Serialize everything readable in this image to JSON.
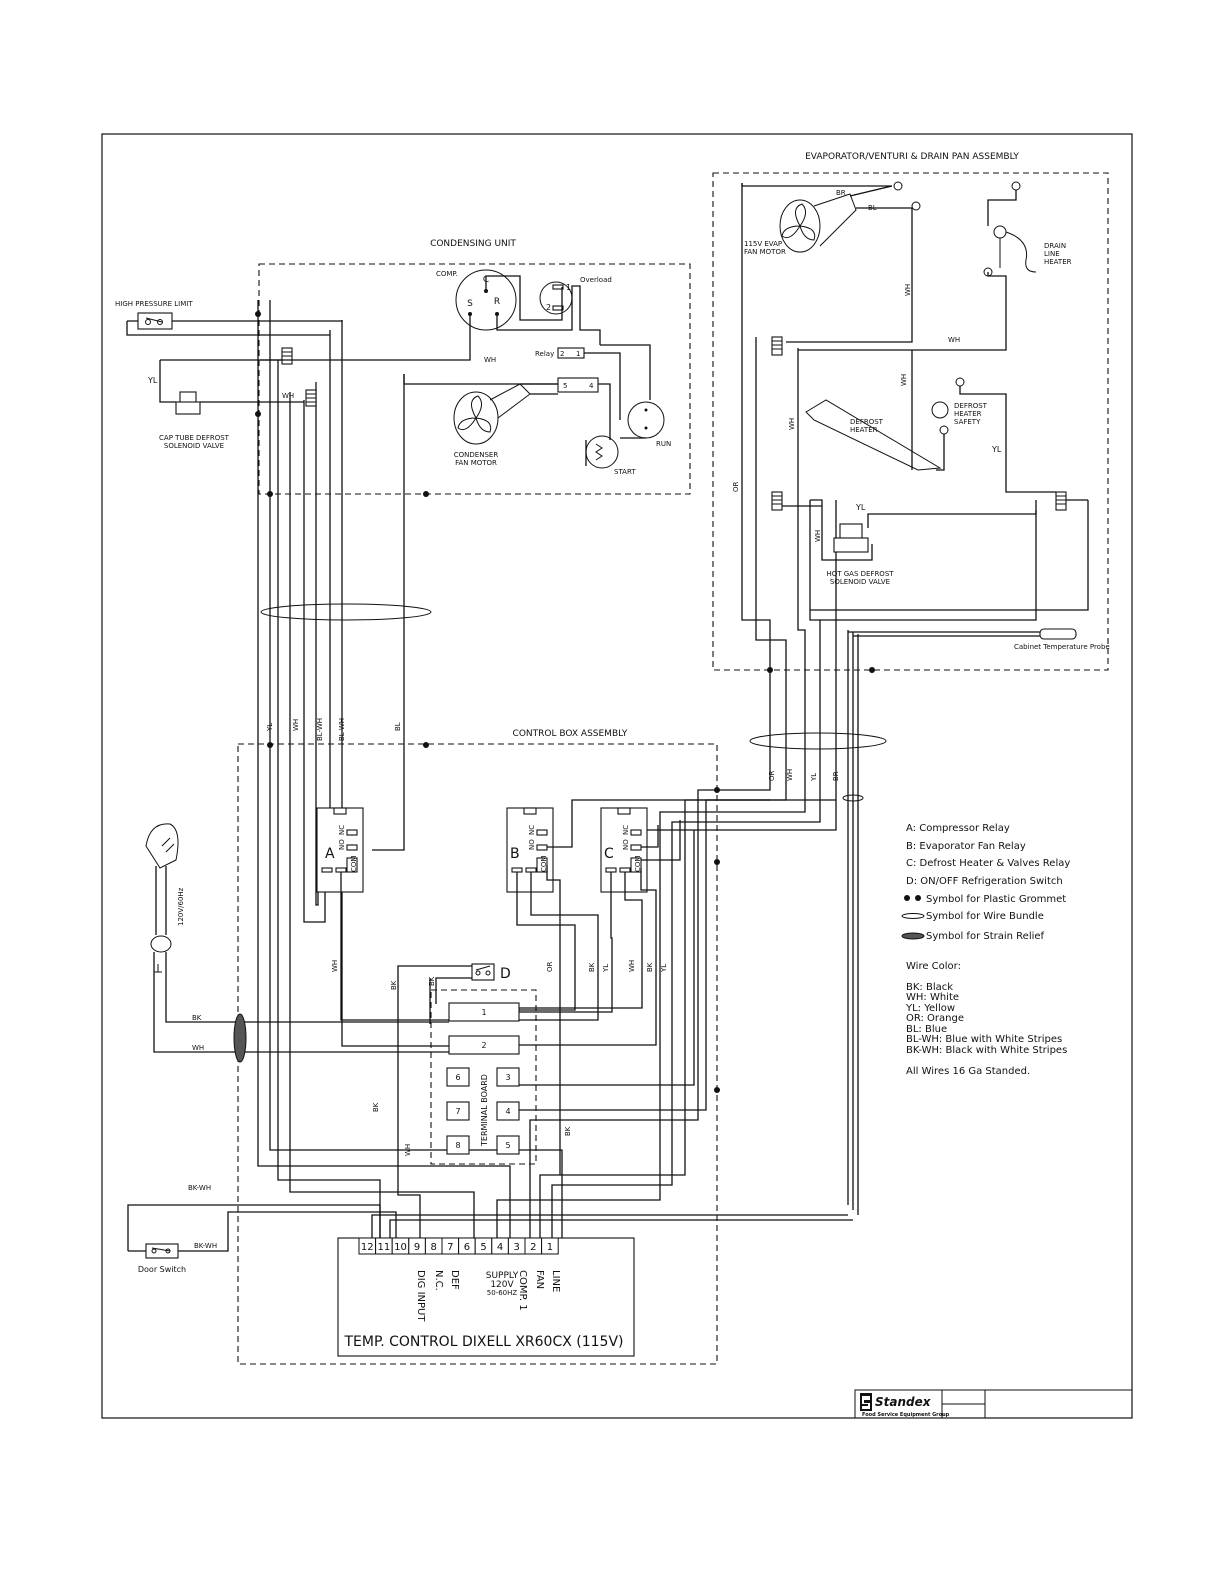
{
  "assemblies": {
    "evaporator": "EVAPORATOR/VENTURI & DRAIN PAN ASSEMBLY",
    "condensing": "CONDENSING UNIT",
    "control_box": "CONTROL BOX ASSEMBLY"
  },
  "components": {
    "high_pressure_limit": "HIGH PRESSURE LIMIT",
    "cap_tube_valve": [
      "CAP TUBE DEFROST",
      "SOLENOID VALVE"
    ],
    "comp": "COMP.",
    "overload": "Overload",
    "relay": "Relay",
    "condenser_fan": [
      "CONDENSER",
      "FAN MOTOR"
    ],
    "run": "RUN",
    "start": "START",
    "evap_fan": [
      "115V EVAP",
      "FAN MOTOR"
    ],
    "drain_line_heater": [
      "DRAIN",
      "LINE",
      "HEATER"
    ],
    "defrost_heater": [
      "DEFROST",
      "HEATER"
    ],
    "defrost_heater_safety": [
      "DEFROST",
      "HEATER",
      "SAFETY"
    ],
    "hot_gas_valve": [
      "HOT GAS DEFROST",
      "SOLENOID VALVE"
    ],
    "cabinet_probe": "Cabinet Temperature Probe",
    "power_cord": "120V/60Hz",
    "door_switch": "Door Switch",
    "terminal_board": "TERMINAL BOARD",
    "switch_d": "D",
    "relays": [
      "A",
      "B",
      "C"
    ],
    "relay_pins": [
      "NC",
      "NO",
      "COM"
    ],
    "comp_pins": [
      "C",
      "S",
      "R"
    ],
    "overload_pins": [
      "1",
      "2"
    ],
    "relay_contacts": [
      "2",
      "1",
      "5",
      "4"
    ]
  },
  "terminal_board_cells": [
    "1",
    "2",
    "6",
    "3",
    "7",
    "4",
    "8",
    "5"
  ],
  "controller": {
    "title": "TEMP. CONTROL DIXELL XR60CX (115V)",
    "terminals": [
      "12",
      "11",
      "10",
      "9",
      "8",
      "7",
      "6",
      "5",
      "4",
      "3",
      "2",
      "1"
    ],
    "pin_labels": {
      "dig_input": "DIG INPUT",
      "nc": "N.C.",
      "def": "DEF",
      "supply": [
        "SUPPLY",
        "120V",
        "50-60HZ"
      ],
      "comp": "COMP. 1",
      "fan": "FAN",
      "line": "LINE"
    }
  },
  "wire_labels": {
    "yl": "YL",
    "wh": "WH",
    "bl_wh": "BL-WH",
    "bl": "BL",
    "or": "OR",
    "br": "BR",
    "bk": "BK",
    "bk_wh": "BK-WH"
  },
  "legend": {
    "relays": [
      "A:  Compressor Relay",
      "B:  Evaporator Fan Relay",
      "C:  Defrost Heater & Valves Relay",
      "D:  ON/OFF Refrigeration Switch"
    ],
    "symbols": [
      "Symbol for Plastic Grommet",
      "Symbol for Wire Bundle",
      "Symbol for Strain Relief"
    ],
    "wire_color_heading": "Wire Color:",
    "colors": [
      "BK:  Black",
      "WH:  White",
      "YL:  Yellow",
      "OR:  Orange",
      "BL:  Blue",
      "BL-WH:  Blue with White Stripes",
      "BK-WH:  Black with White Stripes"
    ],
    "note": "All Wires 16 Ga Standed."
  },
  "brand": {
    "name": "Standex",
    "tagline": "Food Service Equipment Group"
  }
}
